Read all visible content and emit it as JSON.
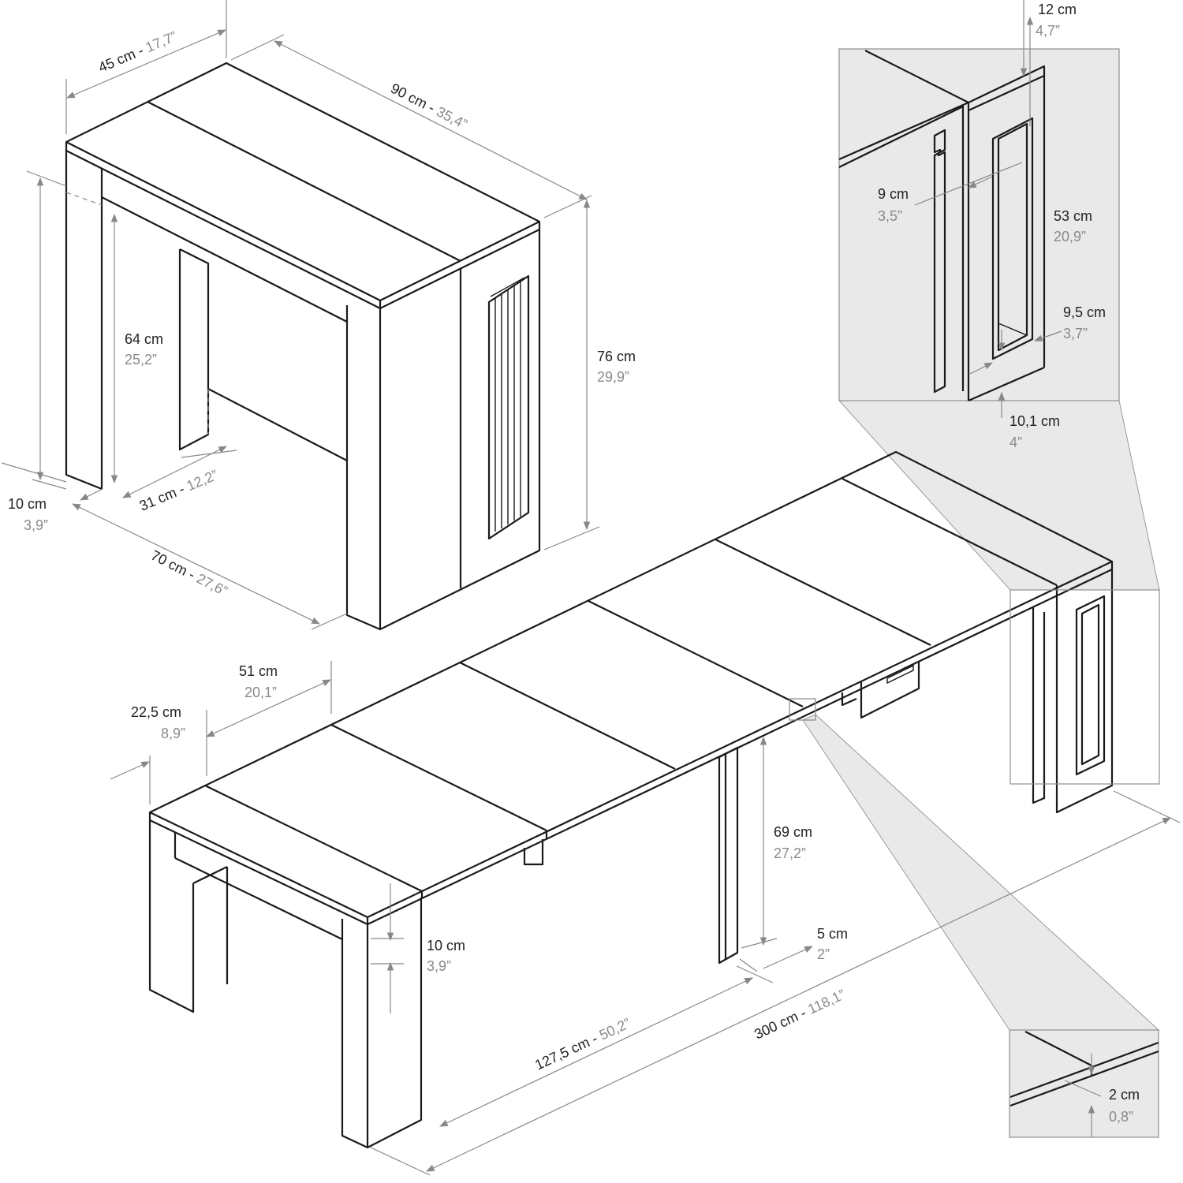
{
  "colors": {
    "line": "#1a1a1a",
    "dimension": "#888888",
    "panel": "#e9e9e9",
    "text_metric": "#222222",
    "text_imperial": "#8a8a8a"
  },
  "dimensions": {
    "console_depth": {
      "cm": "45 cm",
      "sep": " - ",
      "inch": "17,7”"
    },
    "console_width": {
      "cm": "90 cm",
      "sep": " - ",
      "inch": "35,4”"
    },
    "console_height": {
      "cm": "76 cm",
      "inch": "29,9”"
    },
    "inner_height": {
      "cm": "64 cm",
      "inch": "25,2”"
    },
    "inner_depth": {
      "cm": "31 cm",
      "sep": " - ",
      "inch": "12,2”"
    },
    "leg_width": {
      "cm": "10 cm",
      "inch": "3,9”"
    },
    "console_length": {
      "cm": "70 cm",
      "sep": " - ",
      "inch": "27,6”"
    },
    "drawer_top": {
      "cm": "12 cm",
      "inch": "4,7”"
    },
    "drawer_width": {
      "cm": "9 cm",
      "inch": "3,5”"
    },
    "drawer_height": {
      "cm": "53 cm",
      "inch": "20,9”"
    },
    "drawer_bottom": {
      "cm": "9,5 cm",
      "inch": "3,7”"
    },
    "drawer_base": {
      "cm": "10,1 cm",
      "inch": "4”"
    },
    "leaf_length": {
      "cm": "51 cm",
      "inch": "20,1”"
    },
    "end_piece": {
      "cm": "22,5 cm",
      "inch": "8,9”"
    },
    "table_apron": {
      "cm": "10 cm",
      "inch": "3,9”"
    },
    "support_leg_height": {
      "cm": "69 cm",
      "inch": "27,2”"
    },
    "support_leg_width": {
      "cm": "5 cm",
      "inch": "2”"
    },
    "half_length": {
      "cm": "127,5 cm",
      "sep": " - ",
      "inch": "50,2”"
    },
    "full_length": {
      "cm": "300 cm",
      "sep": " - ",
      "inch": "118,1”"
    },
    "top_thickness": {
      "cm": "2 cm",
      "inch": "0,8”"
    }
  }
}
